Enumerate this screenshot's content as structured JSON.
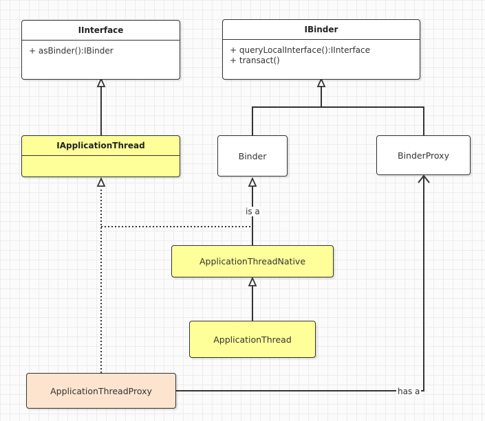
{
  "nodes": {
    "iinterface": {
      "title": "IInterface",
      "members": [
        "+ asBinder():IBinder"
      ]
    },
    "ibinder": {
      "title": "IBinder",
      "members": [
        "+ queryLocalInterface():IInterface",
        "+ transact()"
      ]
    },
    "iapplication_thread": {
      "title": "IApplicationThread",
      "members": []
    },
    "binder": {
      "label": "Binder"
    },
    "binder_proxy": {
      "label": "BinderProxy"
    },
    "application_thread_native": {
      "label": "ApplicationThreadNative"
    },
    "application_thread": {
      "label": "ApplicationThread"
    },
    "application_thread_proxy": {
      "label": "ApplicationThreadProxy"
    }
  },
  "edges": {
    "is_a_label": "is a",
    "has_a_label": "has a"
  },
  "colors": {
    "line": "#333333",
    "box_white": "#ffffff",
    "box_yellow": "#ffff99",
    "box_peach": "#fce4cf"
  }
}
